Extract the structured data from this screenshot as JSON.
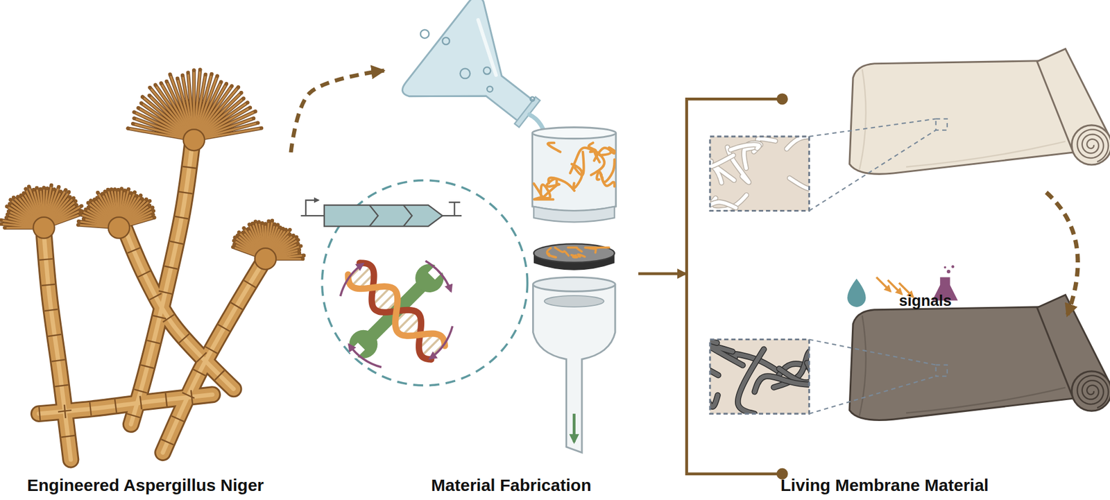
{
  "diagram": {
    "nodes": [
      {
        "text": [
          "Engineered Aspergillus Niger"
        ]
      },
      {
        "text": [
          "Material Fabrication"
        ]
      },
      {
        "text": [
          "Living Membrane Material"
        ]
      }
    ],
    "edges": [
      {
        "from": 0,
        "to": 1,
        "arrow": "to"
      },
      {
        "from": 1,
        "to": 2,
        "arrow": "to"
      }
    ],
    "labels": [
      "signals"
    ]
  }
}
